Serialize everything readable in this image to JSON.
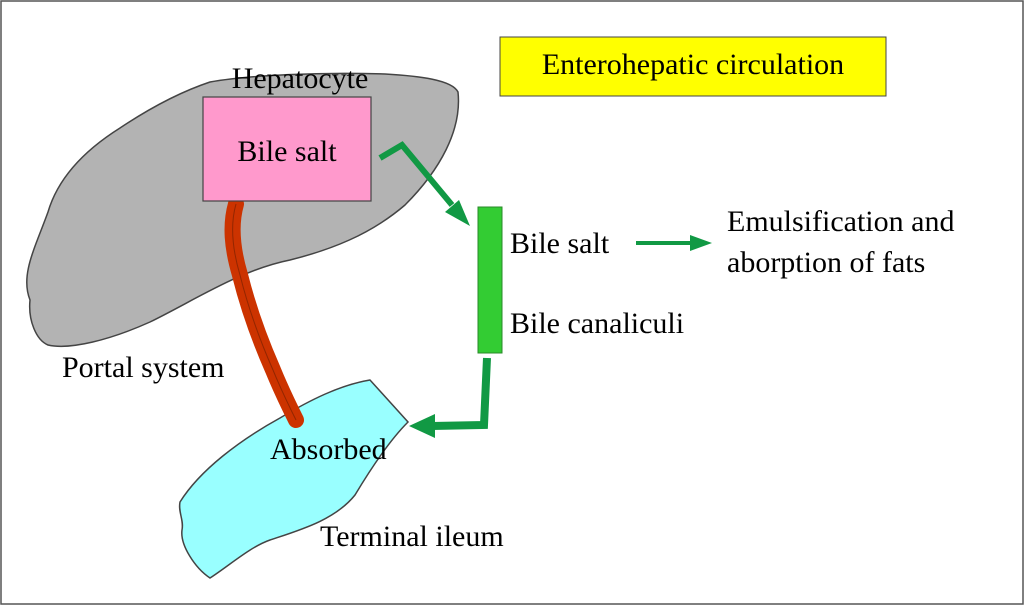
{
  "title": "Enterohepatic circulation",
  "labels": {
    "hepatocyte": "Hepatocyte",
    "bile_salt_liver": "Bile salt",
    "bile_salt_canal": "Bile salt",
    "bile_canaliculi": "Bile canaliculi",
    "emulsification_line1": "Emulsification and",
    "emulsification_line2": "aborption of fats",
    "portal_system": "Portal system",
    "absorbed": "Absorbed",
    "terminal_ileum": "Terminal ileum"
  },
  "colors": {
    "liver": "#b3b3b3",
    "bile_salt_box": "#ff99cc",
    "canaliculi_bar": "#33cc33",
    "arrow": "#119944",
    "portal_vein": "#cc3300",
    "ileum": "#99ffff",
    "title_box": "#ffff00"
  }
}
